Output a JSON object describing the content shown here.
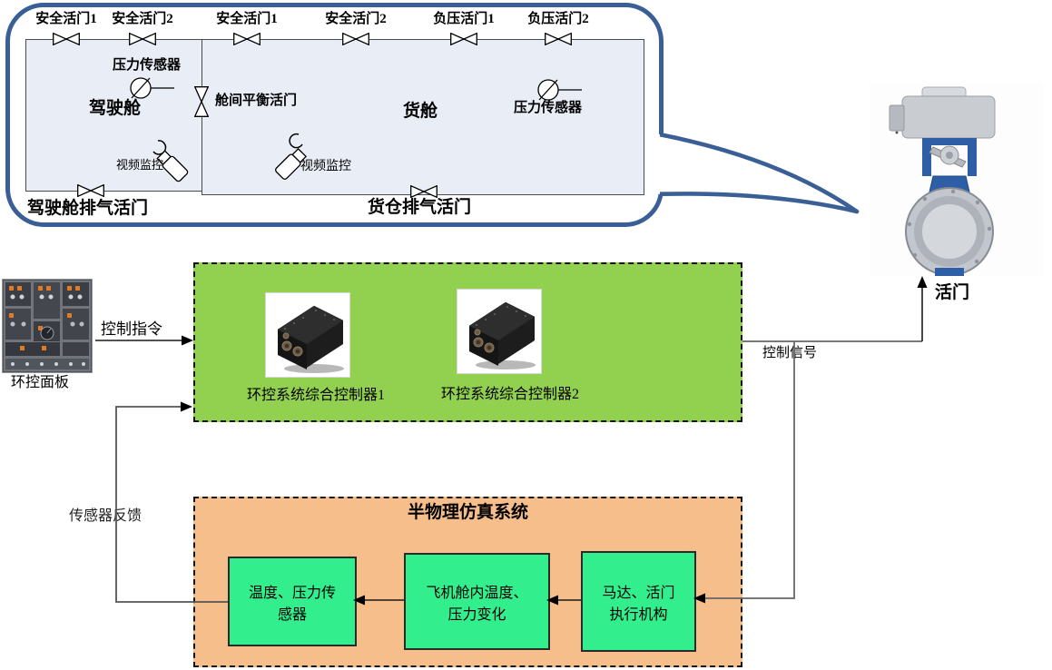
{
  "bubble": {
    "valve_labels": [
      "安全活门1",
      "安全活门2",
      "安全活门1",
      "安全活门2",
      "负压活门1",
      "负压活门2"
    ],
    "balance_valve": "舱间平衡活门",
    "cockpit": {
      "name": "驾驶舱",
      "pressure_sensor": "压力传感器",
      "camera": "视频监控",
      "exhaust_valve": "驾驶舱排气活门"
    },
    "cargo": {
      "name": "货舱",
      "pressure_sensor": "压力传感器",
      "camera": "视频监控",
      "exhaust_valve": "货仓排气活门"
    }
  },
  "panel": {
    "caption": "环控面板"
  },
  "flow": {
    "control_command": "控制指令",
    "control_signal": "控制信号",
    "sensor_feedback": "传感器反馈"
  },
  "valve_photo": {
    "caption": "活门"
  },
  "controllers": {
    "labels": [
      "环控系统综合控制器1",
      "环控系统综合控制器2"
    ]
  },
  "simulation": {
    "title": "半物理仿真系统",
    "blocks": [
      "温度、压力传\n感器",
      "飞机舱内温度、\n压力变化",
      "马达、活门\n执行机构"
    ]
  },
  "colors": {
    "bubble_border": "#3A5F96",
    "cabin_fill": "#E8EDF6",
    "controllers_box": "#92D050",
    "simulation_box": "#F6BE8A",
    "block_fill": "#33EE8C"
  }
}
